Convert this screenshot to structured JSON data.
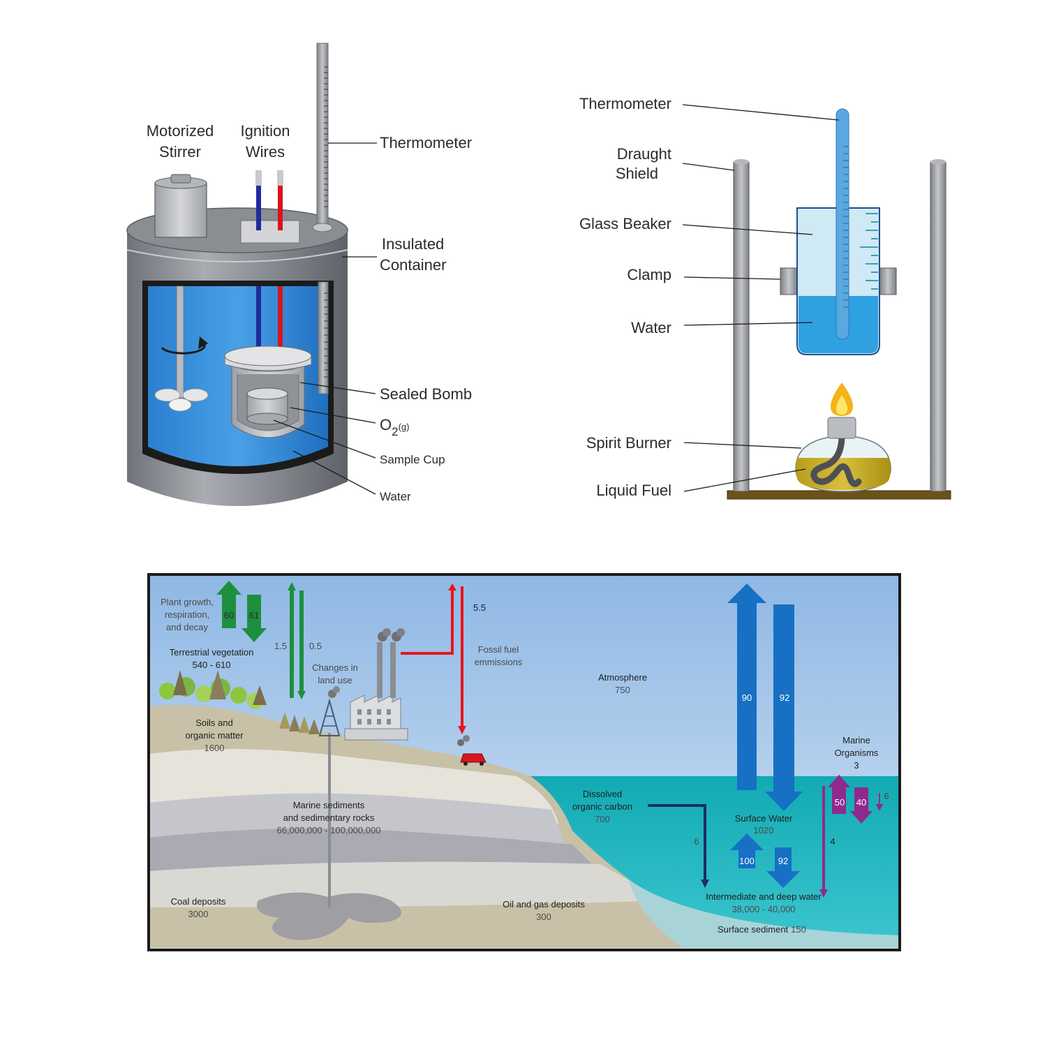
{
  "bomb_calorimeter": {
    "labels": {
      "motorized_stirrer": [
        "Motorized",
        "Stirrer"
      ],
      "ignition_wires": [
        "Ignition",
        "Wires"
      ],
      "thermometer": "Thermometer",
      "insulated_container": [
        "Insulated",
        "Container"
      ],
      "sealed_bomb": "Sealed Bomb",
      "oxygen_main": "O",
      "oxygen_sub": "2",
      "oxygen_state": "(g)",
      "sample_cup": "Sample Cup",
      "water": "Water"
    }
  },
  "spirit_burner": {
    "labels": {
      "thermometer": "Thermometer",
      "draught_shield": [
        "Draught",
        "Shield"
      ],
      "glass_beaker": "Glass Beaker",
      "clamp": "Clamp",
      "water": "Water",
      "spirit_burner": "Spirit Burner",
      "liquid_fuel": "Liquid Fuel"
    }
  },
  "carbon_cycle": {
    "reservoirs": {
      "plant_growth": [
        "Plant growth,",
        "respiration,",
        "and decay"
      ],
      "terrestrial_vegetation": "Terrestrial vegetation",
      "terrestrial_vegetation_value": "540 - 610",
      "soils": [
        "Soils and",
        "organic matter"
      ],
      "soils_value": "1600",
      "marine_sediments": [
        "Marine sediments",
        "and sedimentary rocks"
      ],
      "marine_sediments_value": "66,000,000 - 100,000,000",
      "coal": "Coal deposits",
      "coal_value": "3000",
      "oil_gas": "Oil and gas deposits",
      "oil_gas_value": "300",
      "atmosphere": "Atmosphere",
      "atmosphere_value": "750",
      "dissolved": [
        "Dissolved",
        "organic carbon"
      ],
      "dissolved_value": "700",
      "surface_water": "Surface Water",
      "surface_water_value": "1020",
      "deep_water": "Intermediate and deep water",
      "deep_water_value": "38,000 - 40,000",
      "surface_sediment": "Surface sediment",
      "surface_sediment_value": "150",
      "marine_organisms": [
        "Marine",
        "Organisms"
      ],
      "marine_organisms_value": "3",
      "land_use": [
        "Changes in",
        "land use"
      ],
      "fossil_fuel": [
        "Fossil fuel",
        "emmissions"
      ]
    },
    "fluxes": {
      "plant_up": "60",
      "plant_down": "61",
      "land_up": "1.5",
      "land_down": "0.5",
      "fossil": "5.5",
      "ocean_up": "90",
      "ocean_down": "92",
      "deep_up": "100",
      "deep_down": "92",
      "dissolved_to_deep": "6",
      "marine_up": "50",
      "marine_down": "40",
      "marine_small": "6",
      "marine_to_deep": "4"
    },
    "colors": {
      "sky_top": "#8fb8e4",
      "sky_bottom": "#cfe2f4",
      "ocean": "#1ab4bf",
      "green_arrow": "#1e8f3e",
      "red_arrow": "#e8141c",
      "blue_arrow": "#1670c4",
      "navy_arrow": "#1c2d6b",
      "purple_arrow": "#8e2a8e"
    }
  }
}
